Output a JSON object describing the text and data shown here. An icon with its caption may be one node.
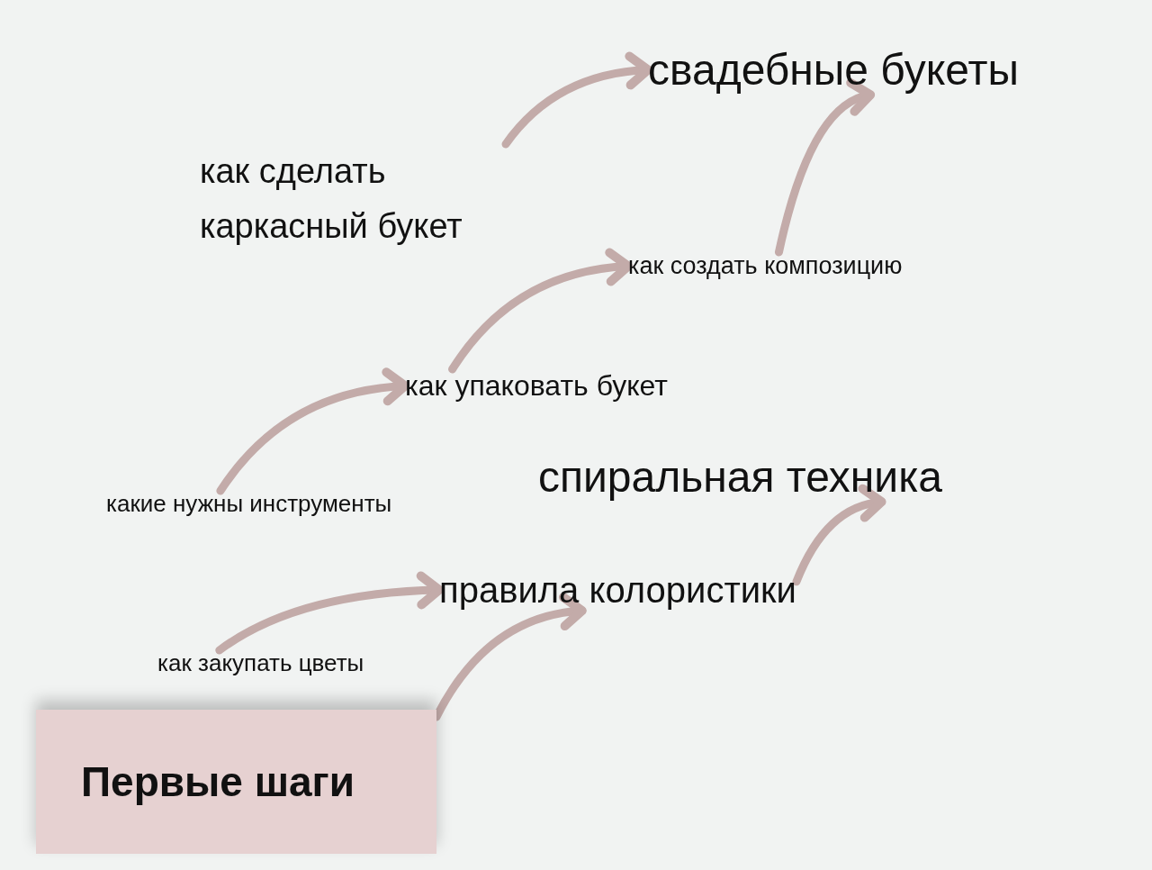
{
  "diagram": {
    "nodes": [
      {
        "text": [
          "Первые шаги"
        ]
      },
      {
        "text": [
          "как закупать цветы"
        ]
      },
      {
        "text": [
          "какие нужны инструменты"
        ]
      },
      {
        "text": [
          "как упаковать букет"
        ]
      },
      {
        "text": [
          "как создать композицию"
        ]
      },
      {
        "text": [
          "как сделать каркасный букет"
        ]
      },
      {
        "text": [
          "свадебные букеты"
        ]
      },
      {
        "text": [
          "правила колористики"
        ]
      },
      {
        "text": [
          "спиральная техника"
        ]
      }
    ],
    "edges": [
      {
        "from": 0,
        "to": 7,
        "arrow": "to"
      },
      {
        "from": 1,
        "to": 7,
        "arrow": "to"
      },
      {
        "from": 2,
        "to": 3,
        "arrow": "to"
      },
      {
        "from": 3,
        "to": 4,
        "arrow": "to"
      },
      {
        "from": 5,
        "to": 6,
        "arrow": "to"
      },
      {
        "from": 4,
        "to": 6,
        "arrow": "to"
      },
      {
        "from": 7,
        "to": 8,
        "arrow": "to"
      }
    ]
  }
}
